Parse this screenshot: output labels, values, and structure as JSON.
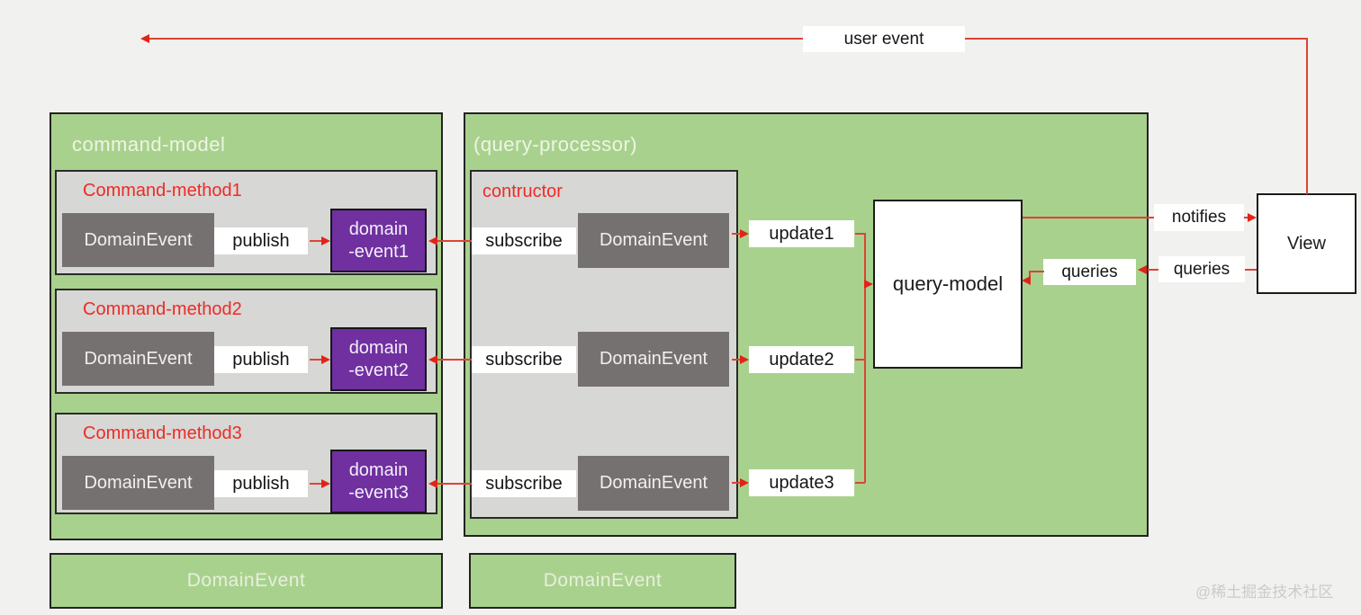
{
  "user_event": {
    "label": "user event"
  },
  "command_model": {
    "title": "command-model",
    "bottom_box": "DomainEvent",
    "methods": [
      {
        "title": "Command-method1",
        "domain_event": "DomainEvent",
        "publish": "publish",
        "event_line1": "domain",
        "event_line2": "-event1"
      },
      {
        "title": "Command-method2",
        "domain_event": "DomainEvent",
        "publish": "publish",
        "event_line1": "domain",
        "event_line2": "-event2"
      },
      {
        "title": "Command-method3",
        "domain_event": "DomainEvent",
        "publish": "publish",
        "event_line1": "domain",
        "event_line2": "-event3"
      }
    ]
  },
  "query_processor": {
    "title": "(query-processor)",
    "constructor_title": "contructor",
    "bottom_box": "DomainEvent",
    "rows": [
      {
        "subscribe": "subscribe",
        "domain_event": "DomainEvent",
        "update": "update1"
      },
      {
        "subscribe": "subscribe",
        "domain_event": "DomainEvent",
        "update": "update2"
      },
      {
        "subscribe": "subscribe",
        "domain_event": "DomainEvent",
        "update": "update3"
      }
    ]
  },
  "query_model": {
    "label": "query-model"
  },
  "view": {
    "label": "View"
  },
  "connections": {
    "notifies": "notifies",
    "queries_outer": "queries",
    "queries_inner": "queries"
  },
  "watermark": "@稀土掘金技术社区",
  "colors": {
    "background": "#f1f1ef",
    "green": "#a9d18e",
    "light_gray": "#d7d7d6",
    "dark_gray": "#767171",
    "purple": "#7030a0",
    "red_line": "#dc4434",
    "red_text": "#ee2b24"
  }
}
